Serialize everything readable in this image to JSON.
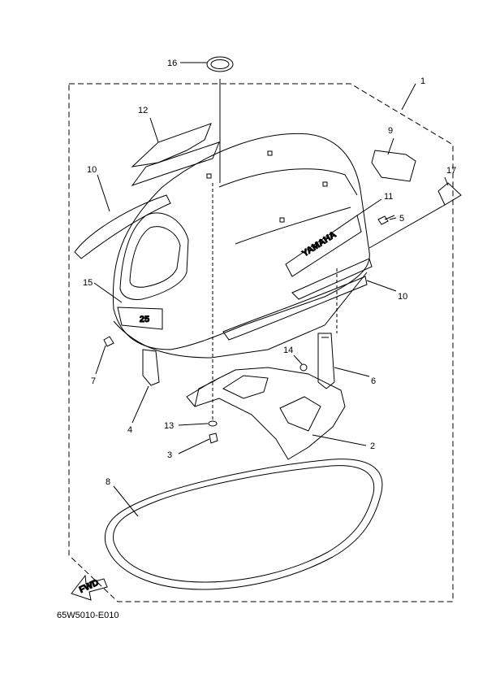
{
  "diagram": {
    "brand_text": "YAMAHA",
    "model_mark": "25",
    "fwd_label": "FWD",
    "drawing_code": "65W5010-E010"
  },
  "callouts": [
    {
      "id": "1",
      "label": "1"
    },
    {
      "id": "2",
      "label": "2"
    },
    {
      "id": "3",
      "label": "3"
    },
    {
      "id": "4",
      "label": "4"
    },
    {
      "id": "5",
      "label": "5"
    },
    {
      "id": "6",
      "label": "6"
    },
    {
      "id": "7",
      "label": "7"
    },
    {
      "id": "8",
      "label": "8"
    },
    {
      "id": "9",
      "label": "9"
    },
    {
      "id": "10a",
      "label": "10"
    },
    {
      "id": "10b",
      "label": "10"
    },
    {
      "id": "11",
      "label": "11"
    },
    {
      "id": "12",
      "label": "12"
    },
    {
      "id": "13",
      "label": "13"
    },
    {
      "id": "14",
      "label": "14"
    },
    {
      "id": "15",
      "label": "15"
    },
    {
      "id": "16",
      "label": "16"
    },
    {
      "id": "17",
      "label": "17"
    }
  ]
}
